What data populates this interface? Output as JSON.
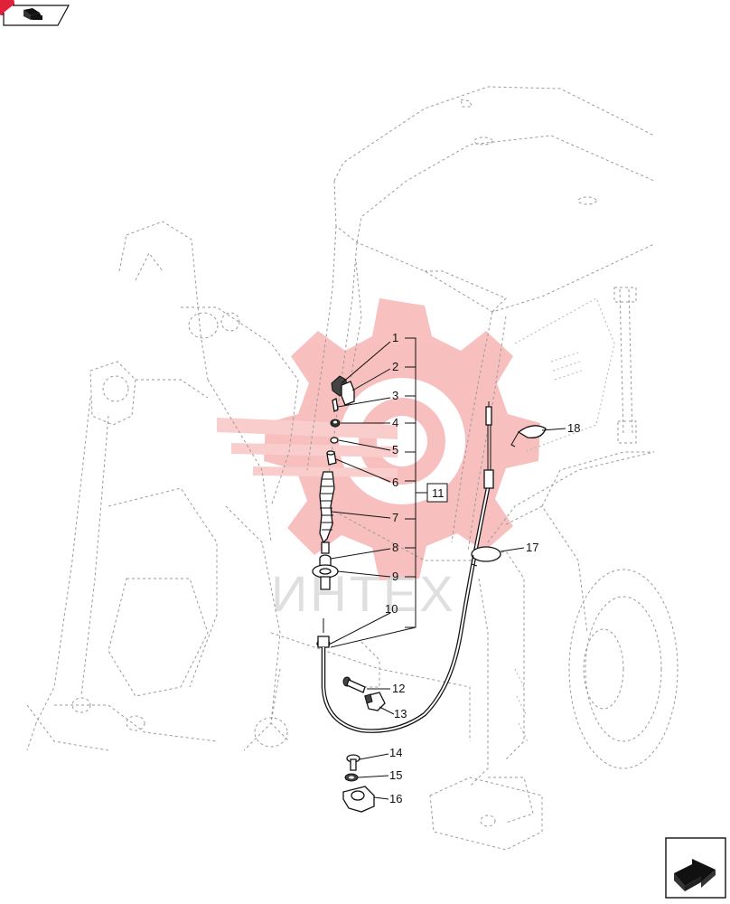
{
  "header": {
    "icon": "book-icon",
    "badge_color": "#e0213a"
  },
  "diagram": {
    "watermark_text": "ИНТЕХ",
    "watermark_color": "#f06a6a",
    "group_label": "11",
    "callouts": [
      {
        "id": "1",
        "label": "1"
      },
      {
        "id": "2",
        "label": "2"
      },
      {
        "id": "3",
        "label": "3"
      },
      {
        "id": "4",
        "label": "4"
      },
      {
        "id": "5",
        "label": "5"
      },
      {
        "id": "6",
        "label": "6"
      },
      {
        "id": "7",
        "label": "7"
      },
      {
        "id": "8",
        "label": "8"
      },
      {
        "id": "9",
        "label": "9"
      },
      {
        "id": "10",
        "label": "10"
      },
      {
        "id": "12",
        "label": "12"
      },
      {
        "id": "13",
        "label": "13"
      },
      {
        "id": "14",
        "label": "14"
      },
      {
        "id": "15",
        "label": "15"
      },
      {
        "id": "16",
        "label": "16"
      },
      {
        "id": "17",
        "label": "17"
      },
      {
        "id": "18",
        "label": "18"
      }
    ]
  },
  "footer": {
    "next_icon": "next-page-arrow-icon"
  }
}
